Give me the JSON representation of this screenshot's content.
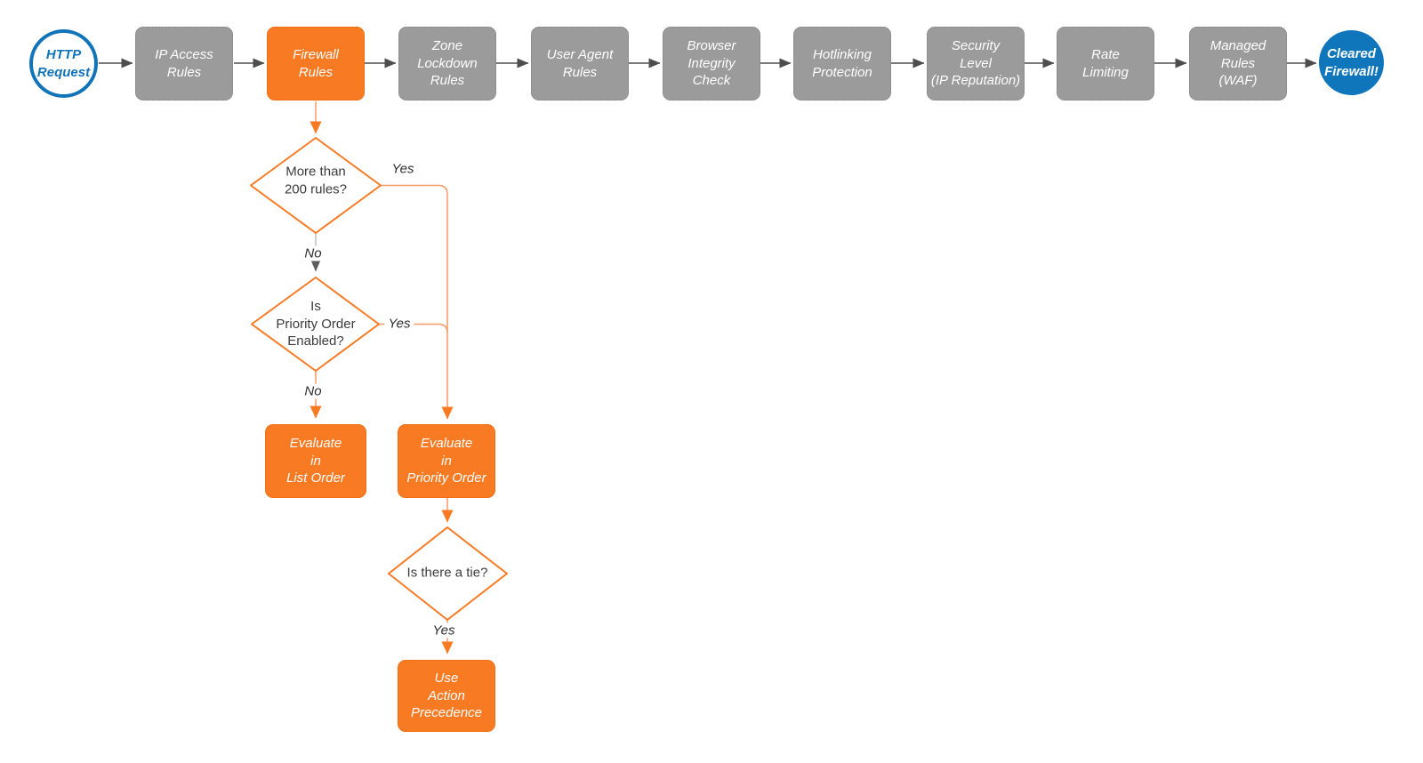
{
  "colors": {
    "accent_orange": "#F87A23",
    "connector_orange": "#F79A67",
    "accent_blue": "#1274B8",
    "end_circle_blue": "#0F76BC",
    "stage_gray": "#9B9B9B",
    "connector_dark": "#4D4D4D"
  },
  "flow": {
    "start_label": "HTTP\nRequest",
    "end_label": "Cleared\nFirewall!",
    "stages": [
      {
        "label": "IP Access\nRules"
      },
      {
        "label": "Firewall\nRules"
      },
      {
        "label": "Zone\nLockdown\nRules"
      },
      {
        "label": "User Agent\nRules"
      },
      {
        "label": "Browser\nIntegrity\nCheck"
      },
      {
        "label": "Hotlinking\nProtection"
      },
      {
        "label": "Security\nLevel\n(IP Reputation)"
      },
      {
        "label": "Rate\nLimiting"
      },
      {
        "label": "Managed\nRules\n(WAF)"
      }
    ],
    "decisions": [
      {
        "label": "More than\n200 rules?",
        "yes": "Yes",
        "no": "No"
      },
      {
        "label": "Is\nPriority Order\nEnabled?",
        "yes": "Yes",
        "no": "No"
      },
      {
        "label": "Is there a tie?",
        "yes": "Yes"
      }
    ],
    "outcomes": [
      {
        "label": "Evaluate\nin\nList Order"
      },
      {
        "label": "Evaluate\nin\nPriority Order"
      },
      {
        "label": "Use\nAction\nPrecedence"
      }
    ]
  }
}
